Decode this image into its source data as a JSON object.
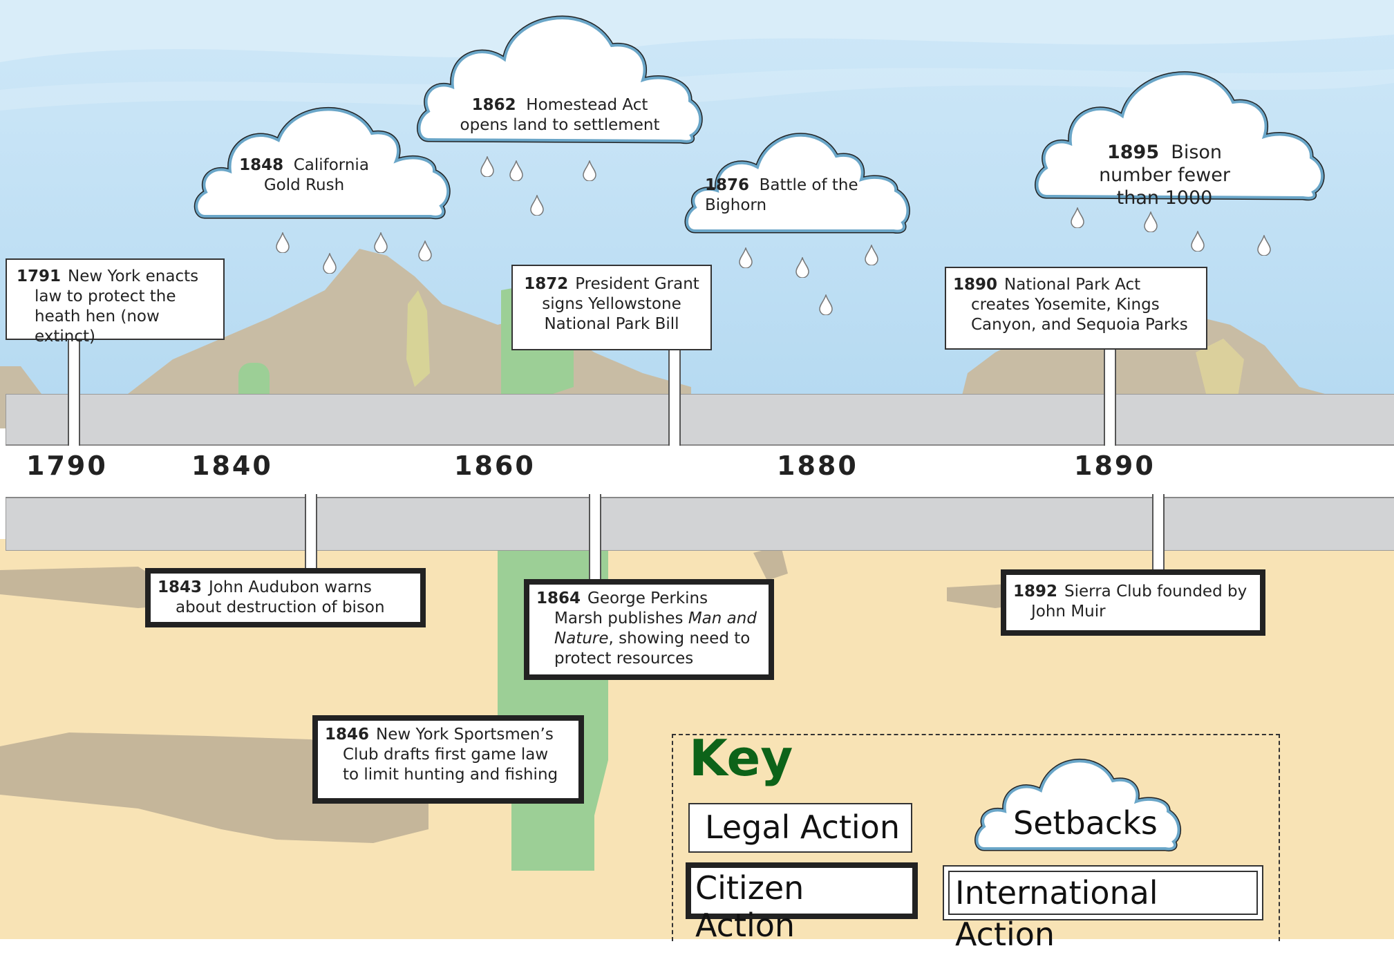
{
  "colors": {
    "sky": "#bfe0f5",
    "desert": "#f8e3b5",
    "mountain": "#c8bca4",
    "cactus": "#9ccf96",
    "band": "#d2d3d5",
    "cloud_outline": "#6aa6c8",
    "key_title": "#0d6319"
  },
  "axis_years": [
    "1790",
    "1840",
    "1860",
    "1880",
    "1890"
  ],
  "legal_events": [
    {
      "year": "1791",
      "text": "New York enacts law to protect the heath hen (now extinct)"
    },
    {
      "year": "1872",
      "text": "President Grant signs Yellowstone National Park Bill"
    },
    {
      "year": "1890",
      "text": "National Park Act creates Yosemite, Kings Canyon, and Sequoia Parks"
    }
  ],
  "citizen_events": [
    {
      "year": "1843",
      "text": "John Audubon warns about destruction of bison"
    },
    {
      "year": "1864",
      "text_before": "George Perkins Marsh publishes ",
      "italic": "Man and Nature",
      "text_after": ", showing need to protect resources"
    },
    {
      "year": "1892",
      "text": "Sierra Club founded by John Muir"
    },
    {
      "year": "1846",
      "text": "New York Sportsmen’s Club drafts first game law to limit hunting and fishing"
    }
  ],
  "setbacks": [
    {
      "year": "1848",
      "text": "California Gold Rush"
    },
    {
      "year": "1862",
      "text": "Homestead Act opens land to settlement"
    },
    {
      "year": "1876",
      "text": "Battle of the Bighorn"
    },
    {
      "year": "1895",
      "text": "Bison number fewer than 1000"
    }
  ],
  "key": {
    "title": "Key",
    "legal": "Legal Action",
    "citizen": "Citizen Action",
    "setbacks": "Setbacks",
    "international": "International Action"
  }
}
